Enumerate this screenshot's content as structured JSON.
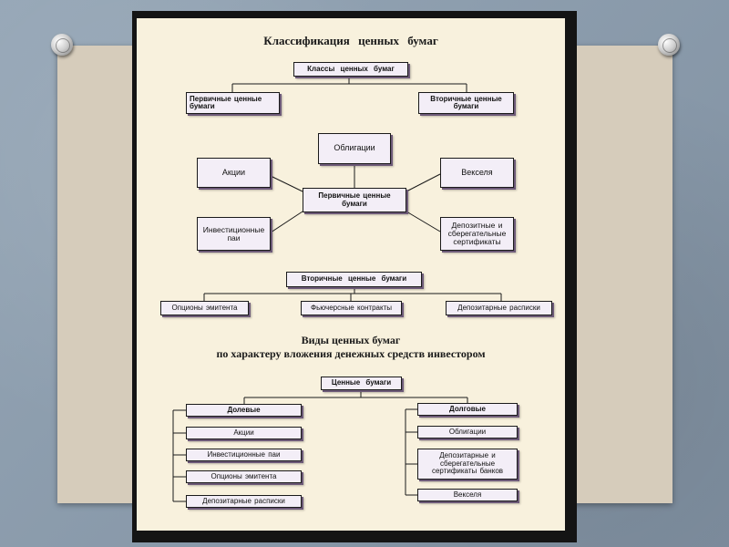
{
  "title1": "Классификация ценных бумаг",
  "classes_root": "Классы ценных бумаг",
  "primary_class": "Первичные ценные бумаги",
  "secondary_class": "Вторичные ценные бумаги",
  "primary_center": "Первичные ценные бумаги",
  "primary_items": {
    "bonds": "Облигации",
    "shares": "Акции",
    "bills": "Векселя",
    "funds": "Инвестиционные паи",
    "certificates": "Депозитные и сберегательные сертификаты"
  },
  "secondary_root": "Вторичные ценные бумаги",
  "secondary_items": [
    "Опционы эмитента",
    "Фьючерсные контракты",
    "Депозитарные расписки"
  ],
  "title2_line1": "Виды ценных бумаг",
  "title2_line2": "по характеру вложения денежных средств инвестором",
  "securities_root": "Ценные бумаги",
  "equity": {
    "label": "Долевые",
    "items": [
      "Акции",
      "Инвестиционные паи",
      "Опционы эмитента",
      "Депозитарные расписки"
    ]
  },
  "debt": {
    "label": "Долговые",
    "items": [
      "Облигации",
      "Депозитарные и сберегательные сертификаты банков",
      "Векселя"
    ]
  }
}
